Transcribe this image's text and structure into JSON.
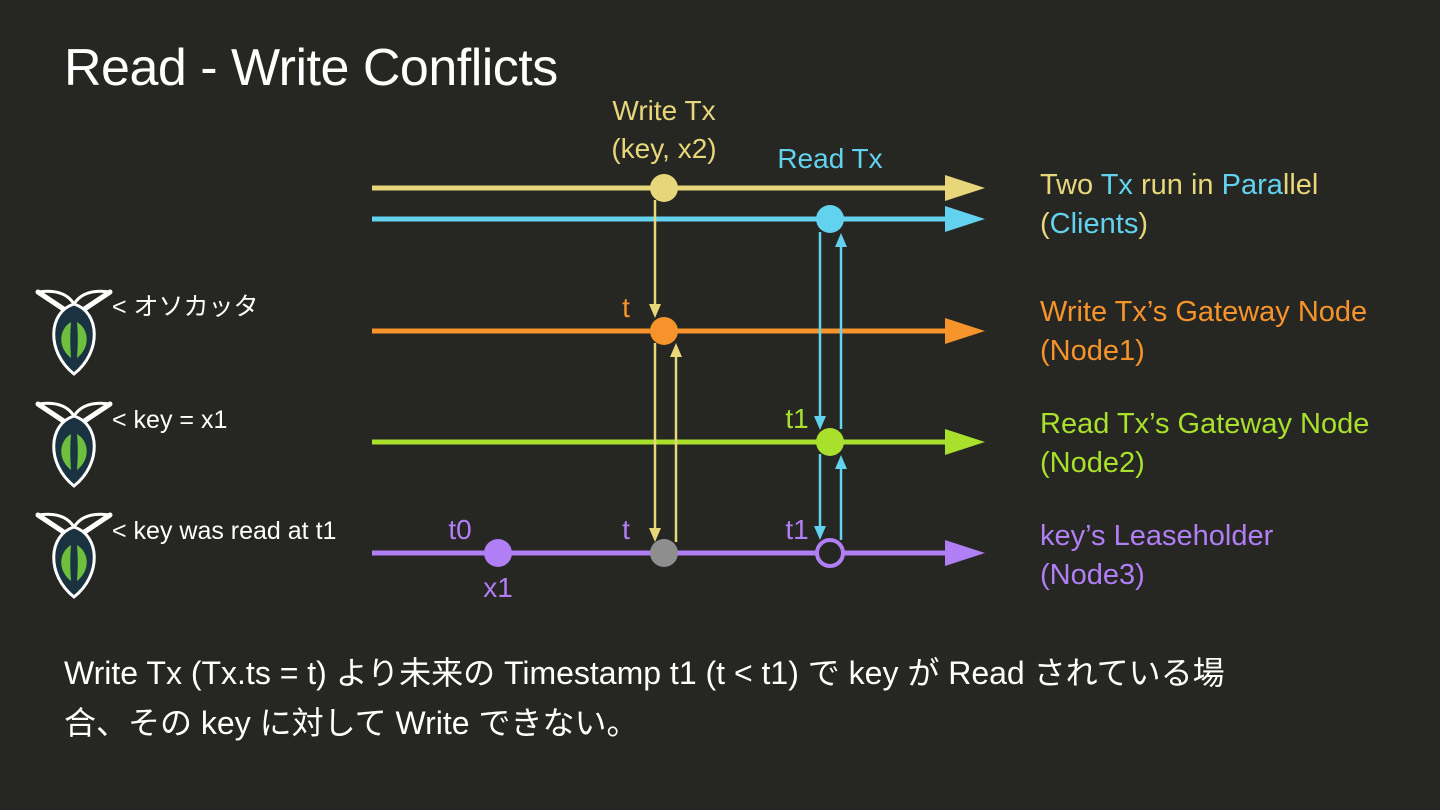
{
  "title": "Read - Write Conflicts",
  "colors": {
    "background": "#262622",
    "write_tx": "#e8d77a",
    "read_tx": "#62d2ee",
    "node1": "#f6932b",
    "node2": "#a8e02c",
    "node3": "#b07ef5",
    "gray_point": "#8e8e8e",
    "text": "#ffffff"
  },
  "diagram": {
    "write_tx_label": "Write Tx",
    "write_tx_args": "(key, x2)",
    "read_tx_label": "Read Tx",
    "clients_label": {
      "parts": [
        {
          "text": "Two ",
          "color": "#e8d77a"
        },
        {
          "text": "Tx ",
          "color": "#62d2ee"
        },
        {
          "text": "run in ",
          "color": "#e8d77a"
        },
        {
          "text": "Para",
          "color": "#62d2ee"
        },
        {
          "text": "llel",
          "color": "#e8d77a"
        }
      ],
      "line2_parts": [
        {
          "text": "(",
          "color": "#e8d77a"
        },
        {
          "text": "Clients",
          "color": "#62d2ee"
        },
        {
          "text": ")",
          "color": "#e8d77a"
        }
      ]
    },
    "node1_label": "Write Tx’s Gateway Node",
    "node1_sub": "(Node1)",
    "node2_label": "Read Tx’s Gateway Node",
    "node2_sub": "(Node2)",
    "node3_label": "key’s Leaseholder",
    "node3_sub": "(Node3)",
    "ts_t_node1": "t",
    "ts_t1_node2": "t1",
    "ts_t0_node3": "t0",
    "ts_t_node3": "t",
    "ts_t1_node3": "t1",
    "value_x1": "x1",
    "bubble_node1": "< オソカッタ",
    "bubble_node2": "< key = x1",
    "bubble_node3": "< key was read at t1"
  },
  "footer": {
    "line1": "Write Tx (Tx.ts = t) より未来の Timestamp t1 (t < t1) で key が Read されている場",
    "line2": "合、その key に対して Write できない。"
  },
  "icons": [
    "cockroach-logo-icon",
    "cockroach-logo-icon",
    "cockroach-logo-icon"
  ]
}
